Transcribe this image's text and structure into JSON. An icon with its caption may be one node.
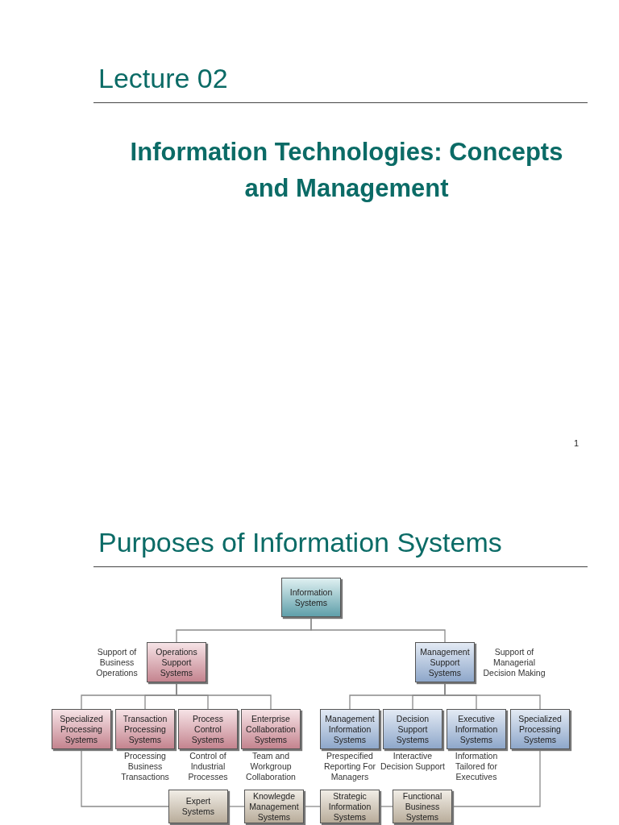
{
  "diagram": {
    "nodes": [
      {
        "text": [
          "Information Systems"
        ]
      },
      {
        "text": [
          "Operations Support Systems"
        ],
        "beside": [
          "Support of Business Operations"
        ]
      },
      {
        "text": [
          "Management Support Systems"
        ],
        "beside": [
          "Support of Managerial Decision Making"
        ]
      },
      {
        "text": [
          "Specialized Processing Systems"
        ]
      },
      {
        "text": [
          "Transaction Processing Systems"
        ],
        "beside": [
          "Processing Business Transactions"
        ]
      },
      {
        "text": [
          "Process Control Systems"
        ],
        "beside": [
          "Control of Industrial Processes"
        ]
      },
      {
        "text": [
          "Enterprise Collaboration Systems"
        ],
        "beside": [
          "Team and Workgroup Collaboration"
        ]
      },
      {
        "text": [
          "Management Information Systems"
        ],
        "beside": [
          "Prespecified Reporting For Managers"
        ]
      },
      {
        "text": [
          "Decision Support Systems"
        ],
        "beside": [
          "Interactive Decision Support"
        ]
      },
      {
        "text": [
          "Executive Information Systems"
        ],
        "beside": [
          "Information Tailored for Executives"
        ]
      },
      {
        "text": [
          "Specialized Processing Systems"
        ]
      },
      {
        "text": [
          "Expert Systems"
        ]
      },
      {
        "text": [
          "Knowlegde Management Systems"
        ]
      },
      {
        "text": [
          "Strategic Information Systems"
        ]
      },
      {
        "text": [
          "Functional Business Systems"
        ]
      }
    ],
    "edges": [
      {
        "from": 0,
        "to": 1,
        "arrow": "none"
      },
      {
        "from": 0,
        "to": 2,
        "arrow": "none"
      },
      {
        "from": 1,
        "to": 3,
        "arrow": "none"
      },
      {
        "from": 1,
        "to": 4,
        "arrow": "none"
      },
      {
        "from": 1,
        "to": 5,
        "arrow": "none"
      },
      {
        "from": 1,
        "to": 6,
        "arrow": "none"
      },
      {
        "from": 2,
        "to": 7,
        "arrow": "none"
      },
      {
        "from": 2,
        "to": 8,
        "arrow": "none"
      },
      {
        "from": 2,
        "to": 9,
        "arrow": "none"
      },
      {
        "from": 2,
        "to": 10,
        "arrow": "none"
      },
      {
        "from": 3,
        "to": 11,
        "arrow": "none"
      },
      {
        "from": 11,
        "to": 12,
        "arrow": "none"
      },
      {
        "from": 12,
        "to": 13,
        "arrow": "none"
      },
      {
        "from": 13,
        "to": 14,
        "arrow": "none"
      },
      {
        "from": 14,
        "to": 10,
        "arrow": "none"
      }
    ],
    "labels": [
      "Lecture 02",
      "Information Technologies: Concepts and Management",
      "1",
      "Purposes of Information Systems"
    ]
  }
}
